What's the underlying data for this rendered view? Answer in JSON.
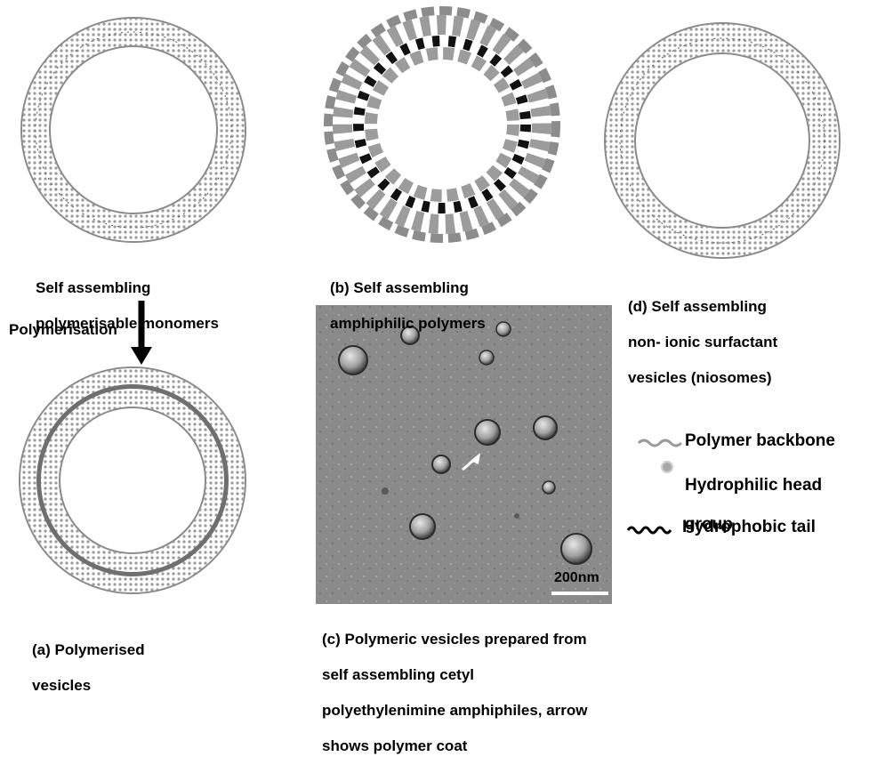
{
  "panels": {
    "top_left": {
      "caption_line1": "Self assembling",
      "caption_line2": "polymerisable monomers"
    },
    "b": {
      "caption_line1": "(b) Self assembling",
      "caption_line2": "amphiphilic polymers"
    },
    "d": {
      "caption_line1": "(d) Self assembling",
      "caption_line2": "non- ionic surfactant",
      "caption_line3": "vesicles (niosomes)"
    },
    "a": {
      "caption_line1": "(a) Polymerised",
      "caption_line2": " vesicles"
    },
    "c": {
      "caption_line1": "(c) Polymeric vesicles prepared from",
      "caption_line2": "self assembling cetyl",
      "caption_line3": "polyethylenimine amphiphiles, arrow",
      "caption_line4": "shows polymer coat",
      "scale_bar": "200nm"
    }
  },
  "arrow": {
    "label": "Polymerisation"
  },
  "legend": {
    "polymer_backbone": "Polymer backbone",
    "hydrophilic_head_line1": "Hydrophilic head",
    "hydrophilic_head_line2": "group",
    "hydrophobic_tail": "Hydrophobic tail"
  },
  "colors": {
    "head": "#a8a8a8",
    "tail": "#000000",
    "backbone": "#8c8c8c",
    "micrograph": "#8a8a8a"
  }
}
